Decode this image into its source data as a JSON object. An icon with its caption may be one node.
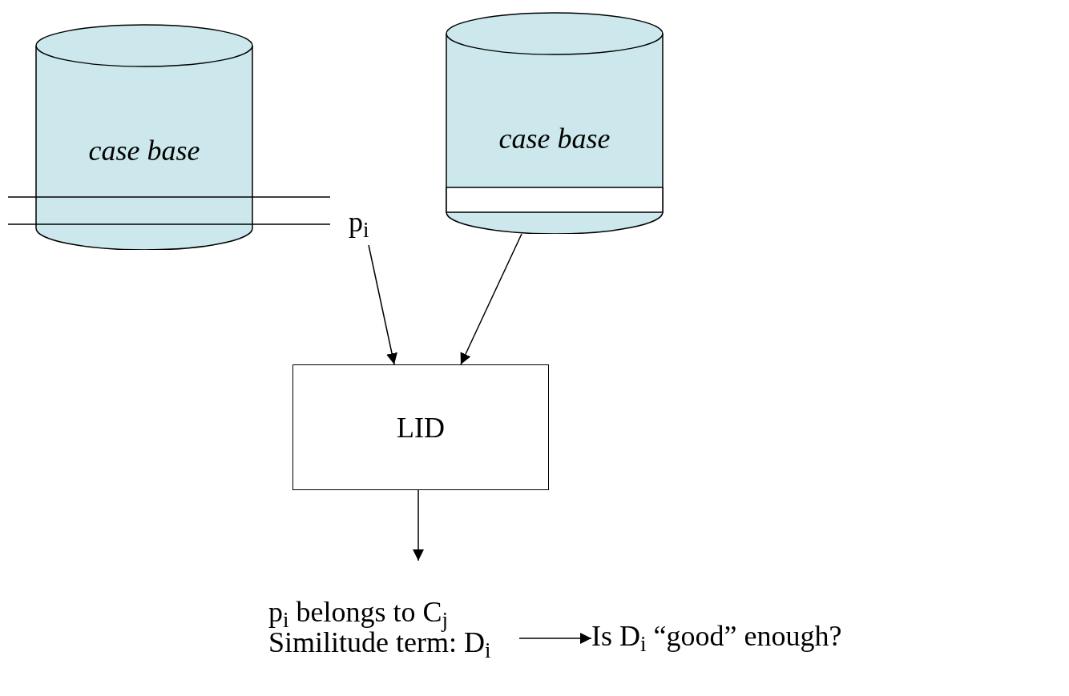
{
  "diagram": {
    "nodes": [
      {
        "text": [
          "case base"
        ]
      },
      {
        "text": [
          "p$_{i}$"
        ]
      },
      {
        "text": [
          "case base"
        ]
      },
      {
        "text": [
          "LID"
        ]
      },
      {
        "text": [
          "p$_{i}$ belongs to C$_{j}$",
          "Similitude term: D$_{i}$"
        ]
      },
      {
        "text": [
          "Is D$_{i}$ “good” enough?"
        ]
      }
    ],
    "edges": [
      {
        "from": 1,
        "to": 3,
        "arrow": "to"
      },
      {
        "from": 2,
        "to": 3,
        "arrow": "to"
      },
      {
        "from": 3,
        "to": 4,
        "arrow": "to"
      },
      {
        "from": 4,
        "to": 5,
        "arrow": "to"
      }
    ]
  }
}
